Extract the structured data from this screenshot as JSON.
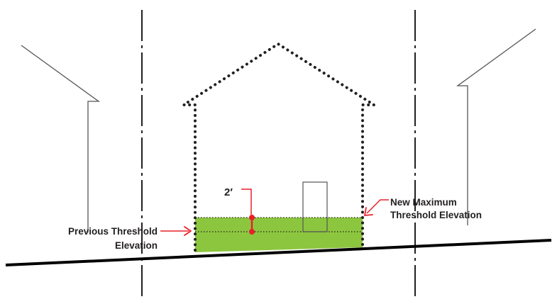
{
  "labels": {
    "dimension": "2′",
    "new_threshold_line1": "New Maximum",
    "new_threshold_line2": "Threshold Elevation",
    "previous_threshold_line1": "Previous Threshold",
    "previous_threshold_line2": "Elevation"
  },
  "colors": {
    "fill_zone": "#8cc63f",
    "annotation": "#e8202a",
    "ink": "#231f20",
    "outline": "#555555"
  }
}
